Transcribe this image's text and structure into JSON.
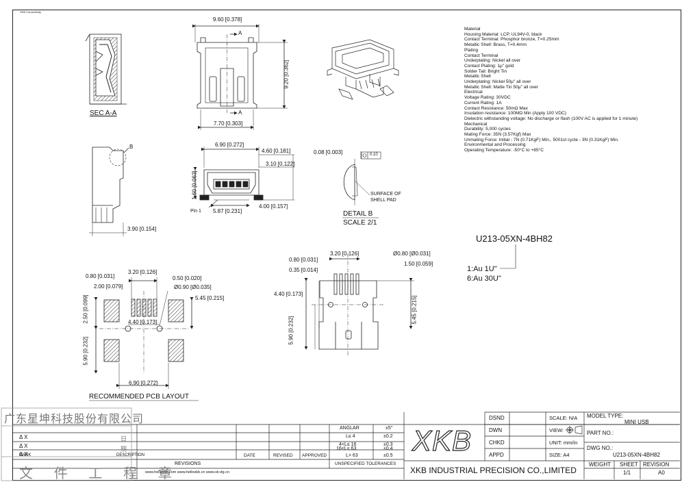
{
  "company_tag": "XKB Connectivity",
  "views": {
    "sec_aa": "SEC  A-A",
    "detail_b_line1": "DETAIL  B",
    "detail_b_line2": "SCALE  2/1",
    "pcb_layout": "RECOMMENDED  PCB  LAYOUT",
    "surface_note_line1": "SURFACE  OF",
    "surface_note_line2": "SHELL  PAD",
    "pin1": "Pin 1",
    "marker_a": "A",
    "marker_b": "B",
    "box_010": "0.10"
  },
  "dims": {
    "top_width": "9.60 [0.378]",
    "top_height": "9.20 [0.362]",
    "top_bottom": "7.70 [0.303]",
    "side_width": "3.90 [0.154]",
    "front_690": "6.90 [0.272]",
    "front_460": "4.60 [0.181]",
    "front_310": "3.10 [0.122]",
    "front_160": "1.60 [0.063]",
    "front_587": "5.87 [0.231]",
    "front_400": "4.00 [0.157]",
    "detail_008": "0.08 [0.003]",
    "pcb_080": "0.80 [0.031]",
    "pcb_200": "2.00 [0.079]",
    "pcb_320": "3.20 [0.126]",
    "pcb_050": "0.50 [0.020]",
    "pcb_d090": "Ø0.90 [Ø0.035]",
    "pcb_545": "5.45 [0.215]",
    "pcb_250": "2.50 [0.099]",
    "pcb_440": "4.40 [0.173]",
    "pcb_590": "5.90 [0.232]",
    "pcb_690": "6.90 [0.272]",
    "bot_320": "3.20 [0.126]",
    "bot_d080": "Ø0.80 [Ø0.031]",
    "bot_080": "0.80 [0.031]",
    "bot_150": "1.50 [0.059]",
    "bot_035": "0.35 [0.014]",
    "bot_440": "4.40 [0.173]",
    "bot_545": "5.45 [0.215]",
    "bot_590": "5.90 [0.232]"
  },
  "specs": [
    "Material",
    "Housing Material: LCP, UL94V-0, black",
    "Contact Terminal: Phosphor bronze, T=0.25mm",
    "Metallic Shell: Brass, T=0.4mm",
    "Plating",
    "Contact Terminal",
    "Underplating: Nickel all over",
    "Contact Plating: 1μ\" gold",
    "Solder Tail: Bright Tin",
    "Metallic Shell",
    "Underplating: Nickel 50μ\" all over",
    "Metallic Shell: Matte Tin 50μ\" all over",
    "Electrical",
    "Voltage Rating: 30VDC",
    "Current Rating: 1A",
    "Contact Resistance: 50mΩ Max",
    "Insulation resistance: 100MΩ Min (Apply 100 VDC)",
    "Dielectric withstanding voltage: No discharge or flash (100V AC is applied for 1 minute)",
    "Mechanical",
    "Durability: 5,000 cycles",
    "Mating Force: 35N (3.57Kgf) Max",
    "Unmating Force: Initial - 7N (0.71KgF) Min., 5001st cycle - 3N (0.31KgF) Min.",
    "Environmental and Processing",
    "Operating Temperature: -50°C to +85°C"
  ],
  "part": {
    "number": "U213-05XN-4BH82",
    "option1": "1:Au  1U\"",
    "option2": "6:Au  30U\""
  },
  "stamp": {
    "company_cn": "广东星坤科技股份有限公司",
    "date_cn": "日",
    "period_cn": "期",
    "doc_cn": "文  件  工  程  章"
  },
  "revision_table": {
    "mark": "MARK",
    "description": "DESCRIPTION",
    "date": "DATE",
    "revised": "REVISED",
    "approved": "APPROVED",
    "revisions": "REVISIONS",
    "rows": [
      "Δ X",
      "Δ X",
      "Δ X"
    ],
    "urls": "www.helloxkb.com  www.helloxkb.cn  www.xk-dg.cn"
  },
  "tolerance": {
    "anglar": "ANGLAR",
    "anglar_val": "±5°",
    "rows": [
      {
        "range": "L≤  4",
        "tol": "±0.2"
      },
      {
        "range": "4<L≤  16",
        "tol": "±0.3"
      },
      {
        "range": "16<L≤  63",
        "tol": "±0.4"
      },
      {
        "range": "L>  63",
        "tol": "±0.5"
      }
    ],
    "footer": "UNSPECIFIED TOLERANCES"
  },
  "title_block": {
    "logo": "XKB",
    "company": "XKB INDUSTRIAL PRECISION CO.,LIMITED",
    "dsnd": "DSND",
    "dwn": "DWN",
    "chkd": "CHKD",
    "appd": "APPD",
    "scale": "SCALE: N/A",
    "view": "VIEW:",
    "unit": "UNIT: mm/in",
    "size": "SIZE: A4",
    "model_type_label": "MODEL TYPE:",
    "model_type": "MINI  USB",
    "part_no_label": "PART NO.:",
    "dwg_no_label": "DWG NO.:",
    "dwg_no": "U213-05XN-4BH82",
    "weight": "WEIGHT",
    "sheet": "SHEET",
    "sheet_val": "1/1",
    "revision": "REVISION",
    "revision_val": "A0"
  }
}
